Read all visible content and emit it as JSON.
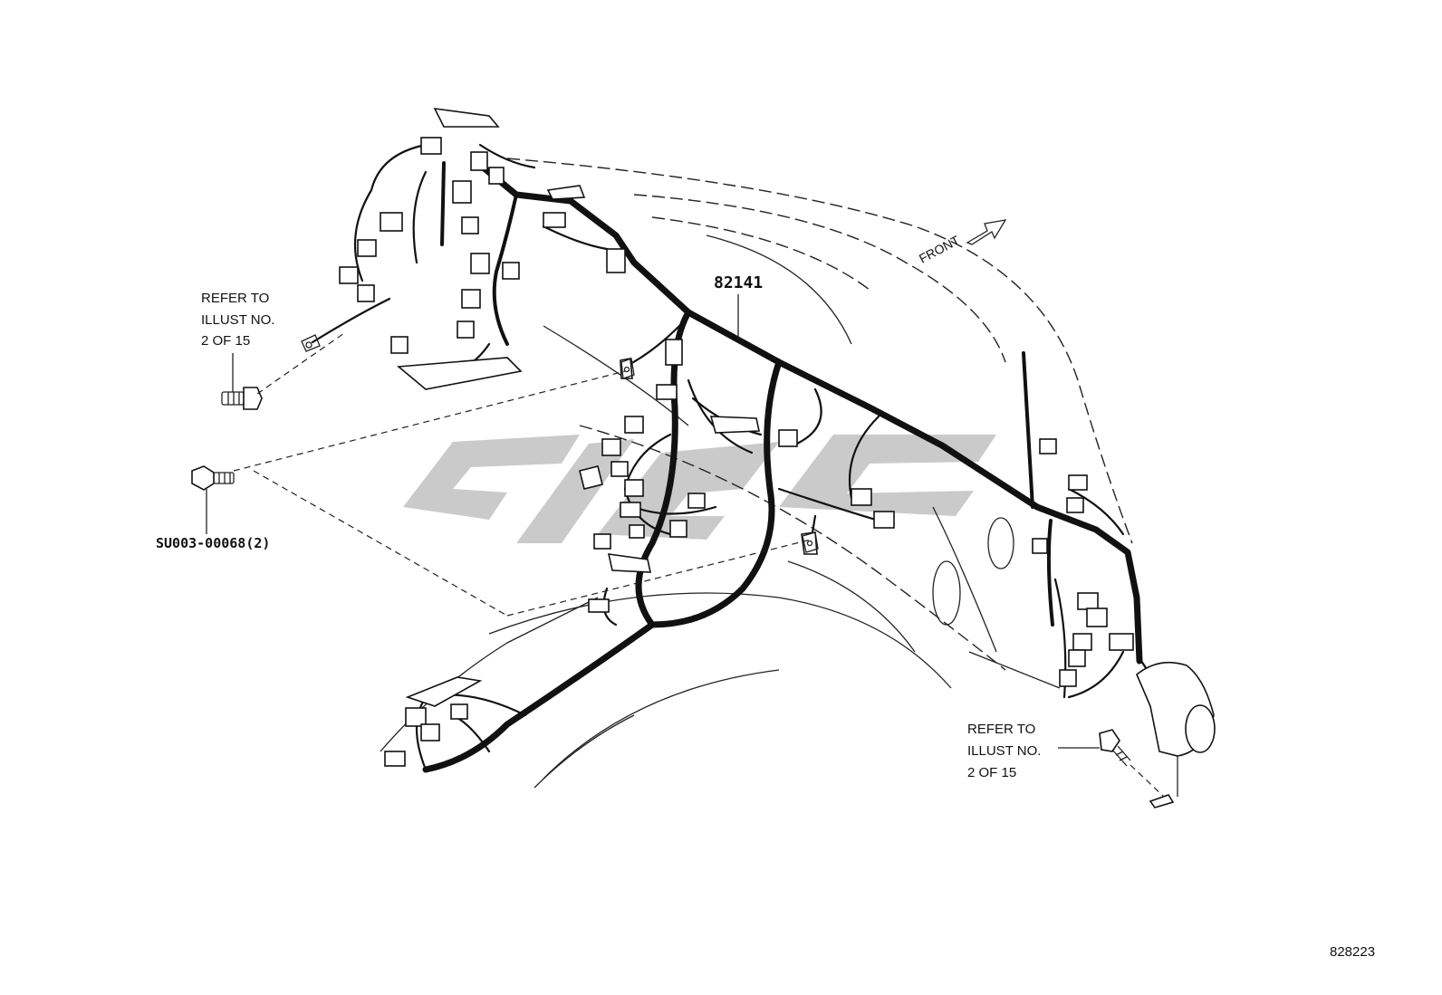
{
  "labels": {
    "part_number": "82141",
    "front": "FRONT",
    "bolt_part": "SU003-00068(2)",
    "refer_left": [
      "REFER TO",
      "ILLUST NO.",
      "2 OF 15"
    ],
    "refer_right": [
      "REFER TO",
      "ILLUST NO.",
      "2 OF 15"
    ],
    "illustration_no": "828223"
  }
}
